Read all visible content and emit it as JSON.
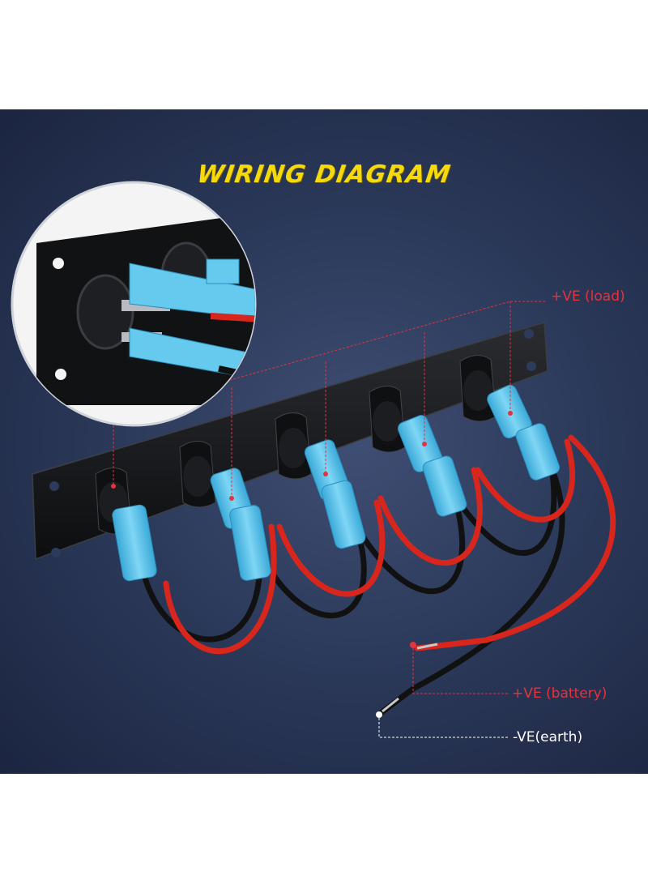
{
  "diagram": {
    "title": "WIRING DIAGRAM",
    "labels": {
      "load": "+VE (load)",
      "battery": "+VE (battery)",
      "earth": "-VE(earth)"
    },
    "switch_count": 5,
    "colors": {
      "background": "#2c3a5b",
      "title": "#f5d90a",
      "positive_wire": "#d9261c",
      "negative_wire": "#111111",
      "connector": "#5fc6ec",
      "panel": "#151618",
      "annotation_red": "#e3333f",
      "annotation_white": "#ffffff"
    }
  }
}
